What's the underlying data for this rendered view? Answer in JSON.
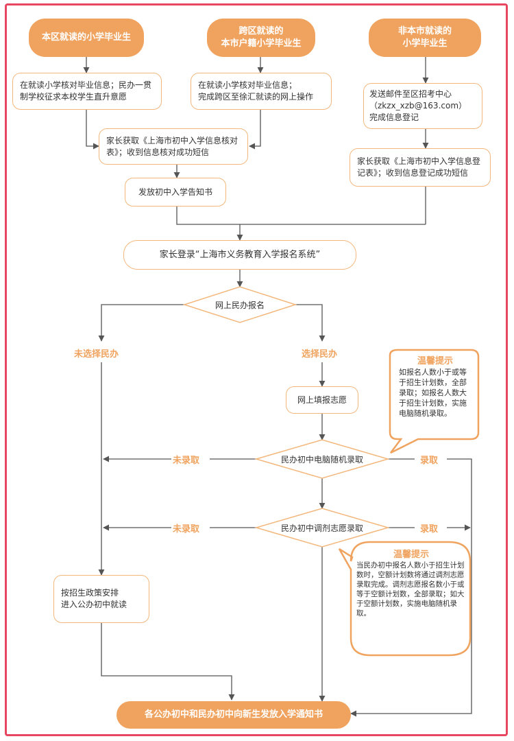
{
  "top": {
    "local_graduate": "本区就读的小学毕业生",
    "cross_district_graduate": "跨区就读的\n本市户籍小学毕业生",
    "non_city_graduate": "非本市就读的\n小学毕业生"
  },
  "steps": {
    "local_verify": "在就读小学核对毕业信息；民办一贯制学校征求本校学生直升意愿",
    "cross_verify": "在就读小学核对毕业信息；\n完成跨区至徐汇就读的网上操作",
    "non_city_email": "发送邮件至区招考中心\n（zkzx_xzb@163.com）\n完成信息登记",
    "parent_verify_form": "家长获取《上海市初中入学信息核对表》；收到信息核对成功短信",
    "parent_register_form": "家长获取《上海市初中入学信息登记表》；收到信息登记成功短信",
    "notice": "发放初中入学告知书",
    "login": "家长登录“上海市义务教育入学报名系统”",
    "online_private_apply": "网上民办报名",
    "not_choose_private": "未选择民办",
    "choose_private": "选择民办",
    "fill_wish": "网上填报志愿",
    "computer_lottery": "民办初中电脑随机录取",
    "adjust_admission": "民办初中调剂志愿录取",
    "not_admitted_1": "未录取",
    "admitted_1": "录取",
    "not_admitted_2": "未录取",
    "admitted_2": "录取",
    "public_school": "按招生政策安排\n进入公办初中就读",
    "final": "各公办初中和民办初中向新生发放入学通知书"
  },
  "tips": [
    {
      "title": "温馨提示",
      "body": "如报名人数小于或等于招生计划数，全部录取；如报名人数大于招生计划数，实施电脑随机录取。"
    },
    {
      "title": "温馨提示",
      "body": "当民办初中报名人数小于招生计划数时，空额计划数将通过调剂志愿录取完成。调剂志愿报名数小于或等于空额计划数，全部录取；如大于空额计划数，实施电脑随机录取。"
    }
  ],
  "colors": {
    "accent": "#f0a35e",
    "border": "#e8465f",
    "line": "#555555"
  }
}
